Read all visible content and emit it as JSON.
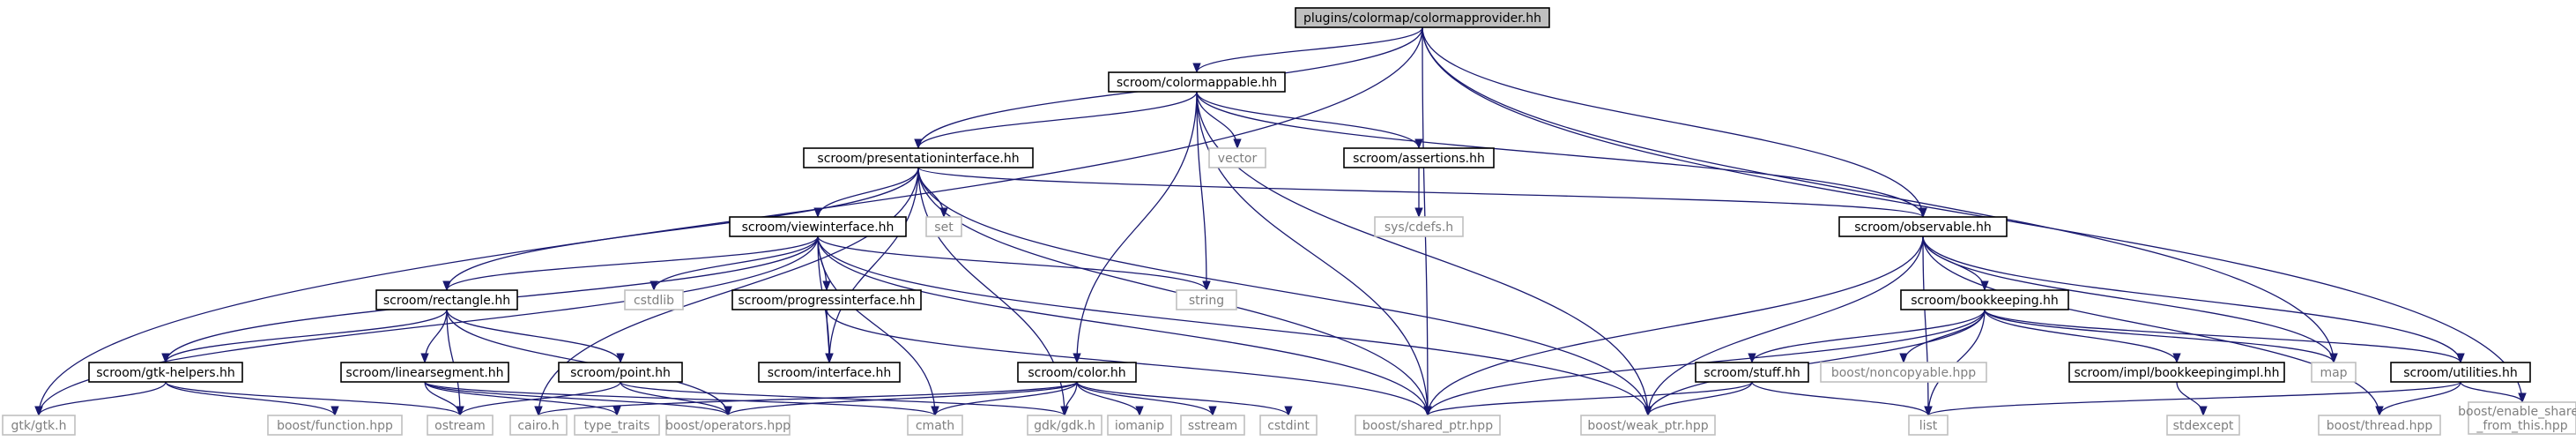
{
  "diagram": {
    "colors": {
      "edge": "#191970",
      "root_fill": "#bfbfbf",
      "root_border": "#000000",
      "project_fill": "#ffffff",
      "project_border": "#000000",
      "external_fill": "#ffffff",
      "external_border": "#bfbfbf",
      "external_text": "#7f7f7f",
      "text": "#000000"
    },
    "nodes": [
      {
        "id": "root",
        "label": "plugins/colormap/colormapprovider.hh",
        "kind": "root"
      },
      {
        "id": "colormappable",
        "label": "scroom/colormappable.hh",
        "kind": "project"
      },
      {
        "id": "presentationinterface",
        "label": "scroom/presentationinterface.hh",
        "kind": "project"
      },
      {
        "id": "observable",
        "label": "scroom/observable.hh",
        "kind": "project"
      },
      {
        "id": "assertions",
        "label": "scroom/assertions.hh",
        "kind": "project"
      },
      {
        "id": "viewinterface",
        "label": "scroom/viewinterface.hh",
        "kind": "project"
      },
      {
        "id": "bookkeeping",
        "label": "scroom/bookkeeping.hh",
        "kind": "project"
      },
      {
        "id": "rectangle",
        "label": "scroom/rectangle.hh",
        "kind": "project"
      },
      {
        "id": "progressinterface",
        "label": "scroom/progressinterface.hh",
        "kind": "project"
      },
      {
        "id": "gtkhelpers",
        "label": "scroom/gtk-helpers.hh",
        "kind": "project"
      },
      {
        "id": "linearsegment",
        "label": "scroom/linearsegment.hh",
        "kind": "project"
      },
      {
        "id": "point",
        "label": "scroom/point.hh",
        "kind": "project"
      },
      {
        "id": "interface",
        "label": "scroom/interface.hh",
        "kind": "project"
      },
      {
        "id": "color",
        "label": "scroom/color.hh",
        "kind": "project"
      },
      {
        "id": "stuff",
        "label": "scroom/stuff.hh",
        "kind": "project"
      },
      {
        "id": "bookkeepingimpl",
        "label": "scroom/impl/bookkeepingimpl.hh",
        "kind": "project"
      },
      {
        "id": "utilities",
        "label": "scroom/utilities.hh",
        "kind": "project"
      },
      {
        "id": "vector",
        "label": "vector",
        "kind": "external"
      },
      {
        "id": "set",
        "label": "set",
        "kind": "external"
      },
      {
        "id": "cdefs",
        "label": "sys/cdefs.h",
        "kind": "external"
      },
      {
        "id": "cstdlib",
        "label": "cstdlib",
        "kind": "external"
      },
      {
        "id": "string",
        "label": "string",
        "kind": "external"
      },
      {
        "id": "noncopyable",
        "label": "boost/noncopyable.hpp",
        "kind": "external"
      },
      {
        "id": "map",
        "label": "map",
        "kind": "external"
      },
      {
        "id": "gtk",
        "label": "gtk/gtk.h",
        "kind": "external"
      },
      {
        "id": "function",
        "label": "boost/function.hpp",
        "kind": "external"
      },
      {
        "id": "ostream",
        "label": "ostream",
        "kind": "external"
      },
      {
        "id": "cairo",
        "label": "cairo.h",
        "kind": "external"
      },
      {
        "id": "typetraits",
        "label": "type_traits",
        "kind": "external"
      },
      {
        "id": "operators",
        "label": "boost/operators.hpp",
        "kind": "external"
      },
      {
        "id": "cmath",
        "label": "cmath",
        "kind": "external"
      },
      {
        "id": "gdk",
        "label": "gdk/gdk.h",
        "kind": "external"
      },
      {
        "id": "iomanip",
        "label": "iomanip",
        "kind": "external"
      },
      {
        "id": "sstream",
        "label": "sstream",
        "kind": "external"
      },
      {
        "id": "cstdint",
        "label": "cstdint",
        "kind": "external"
      },
      {
        "id": "sharedptr",
        "label": "boost/shared_ptr.hpp",
        "kind": "external"
      },
      {
        "id": "weakptr",
        "label": "boost/weak_ptr.hpp",
        "kind": "external"
      },
      {
        "id": "list",
        "label": "list",
        "kind": "external"
      },
      {
        "id": "stdexcept",
        "label": "stdexcept",
        "kind": "external"
      },
      {
        "id": "thread",
        "label": "boost/thread.hpp",
        "kind": "external"
      },
      {
        "id": "enableshared",
        "label": [
          "boost/enable_shared",
          "_from_this.hpp"
        ],
        "kind": "external"
      }
    ],
    "edges": [
      [
        "root",
        "colormappable"
      ],
      [
        "root",
        "presentationinterface"
      ],
      [
        "root",
        "observable"
      ],
      [
        "root",
        "gtk"
      ],
      [
        "root",
        "sharedptr"
      ],
      [
        "root",
        "map"
      ],
      [
        "root",
        "enableshared"
      ],
      [
        "colormappable",
        "presentationinterface"
      ],
      [
        "colormappable",
        "vector"
      ],
      [
        "colormappable",
        "assertions"
      ],
      [
        "colormappable",
        "observable"
      ],
      [
        "colormappable",
        "color"
      ],
      [
        "colormappable",
        "string"
      ],
      [
        "colormappable",
        "sharedptr"
      ],
      [
        "colormappable",
        "weakptr"
      ],
      [
        "assertions",
        "cdefs"
      ],
      [
        "presentationinterface",
        "viewinterface"
      ],
      [
        "presentationinterface",
        "set"
      ],
      [
        "presentationinterface",
        "observable"
      ],
      [
        "presentationinterface",
        "rectangle"
      ],
      [
        "presentationinterface",
        "interface"
      ],
      [
        "presentationinterface",
        "cairo"
      ],
      [
        "presentationinterface",
        "gdk"
      ],
      [
        "presentationinterface",
        "sharedptr"
      ],
      [
        "presentationinterface",
        "weakptr"
      ],
      [
        "viewinterface",
        "rectangle"
      ],
      [
        "viewinterface",
        "gtkhelpers"
      ],
      [
        "viewinterface",
        "cstdlib"
      ],
      [
        "viewinterface",
        "progressinterface"
      ],
      [
        "viewinterface",
        "interface"
      ],
      [
        "viewinterface",
        "string"
      ],
      [
        "viewinterface",
        "gtk"
      ],
      [
        "viewinterface",
        "cmath"
      ],
      [
        "viewinterface",
        "sharedptr"
      ],
      [
        "viewinterface",
        "weakptr"
      ],
      [
        "progressinterface",
        "interface"
      ],
      [
        "progressinterface",
        "sharedptr"
      ],
      [
        "rectangle",
        "gtkhelpers"
      ],
      [
        "rectangle",
        "linearsegment"
      ],
      [
        "rectangle",
        "point"
      ],
      [
        "rectangle",
        "ostream"
      ],
      [
        "rectangle",
        "operators"
      ],
      [
        "gtkhelpers",
        "gtk"
      ],
      [
        "gtkhelpers",
        "function"
      ],
      [
        "gtkhelpers",
        "ostream"
      ],
      [
        "linearsegment",
        "ostream"
      ],
      [
        "linearsegment",
        "typetraits"
      ],
      [
        "linearsegment",
        "operators"
      ],
      [
        "linearsegment",
        "cmath"
      ],
      [
        "point",
        "ostream"
      ],
      [
        "point",
        "operators"
      ],
      [
        "point",
        "gdk"
      ],
      [
        "color",
        "cairo"
      ],
      [
        "color",
        "operators"
      ],
      [
        "color",
        "cmath"
      ],
      [
        "color",
        "gdk"
      ],
      [
        "color",
        "iomanip"
      ],
      [
        "color",
        "sstream"
      ],
      [
        "color",
        "cstdint"
      ],
      [
        "observable",
        "bookkeeping"
      ],
      [
        "observable",
        "utilities"
      ],
      [
        "observable",
        "map"
      ],
      [
        "observable",
        "sharedptr"
      ],
      [
        "observable",
        "weakptr"
      ],
      [
        "observable",
        "thread"
      ],
      [
        "observable",
        "list"
      ],
      [
        "bookkeeping",
        "stuff"
      ],
      [
        "bookkeeping",
        "noncopyable"
      ],
      [
        "bookkeeping",
        "bookkeepingimpl"
      ],
      [
        "bookkeeping",
        "map"
      ],
      [
        "bookkeeping",
        "utilities"
      ],
      [
        "bookkeeping",
        "list"
      ],
      [
        "bookkeeping",
        "sharedptr"
      ],
      [
        "bookkeeping",
        "weakptr"
      ],
      [
        "stuff",
        "sharedptr"
      ],
      [
        "stuff",
        "weakptr"
      ],
      [
        "stuff",
        "list"
      ],
      [
        "bookkeepingimpl",
        "stdexcept"
      ],
      [
        "utilities",
        "list"
      ],
      [
        "utilities",
        "thread"
      ],
      [
        "utilities",
        "enableshared"
      ]
    ]
  }
}
